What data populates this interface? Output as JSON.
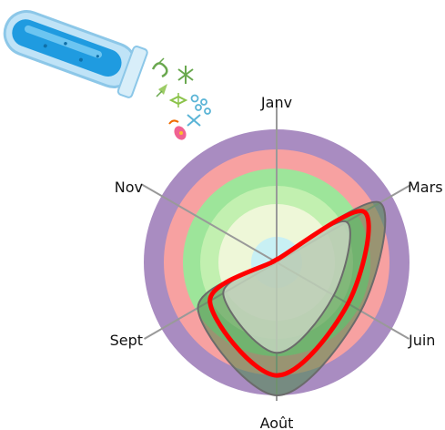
{
  "chart_data": {
    "type": "radar",
    "title": "",
    "months": [
      "Janv",
      "Mars",
      "Juin",
      "Août",
      "Sept",
      "Nov"
    ],
    "band_colors": [
      "#a98cc1",
      "#f7a1a1",
      "#9de59a",
      "#c2f0b0",
      "#eef7d8",
      "#c8f0f4"
    ],
    "series": [
      {
        "color": "#ff0000",
        "fill": "#4d8a4d",
        "values": [
          0.02,
          0.76,
          0.62,
          0.85,
          0.58,
          0.02
        ]
      }
    ]
  },
  "illustration": {
    "icons": [
      "test-tube-icon",
      "microorganism-icon"
    ]
  }
}
